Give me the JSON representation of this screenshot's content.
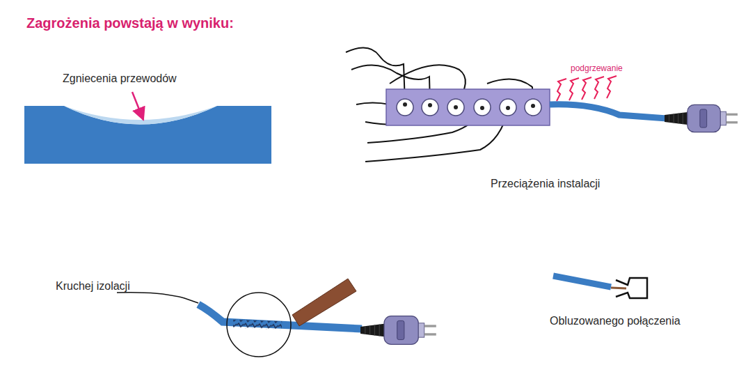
{
  "diagram": {
    "title": "Zagrożenia powstają w wyniku:",
    "labels": [
      "Zgniecenia przewodów",
      "podgrzewanie",
      "Przeciążenia instalacji",
      "Kruchej izolacji",
      "Obluzowanego połączenia"
    ]
  }
}
